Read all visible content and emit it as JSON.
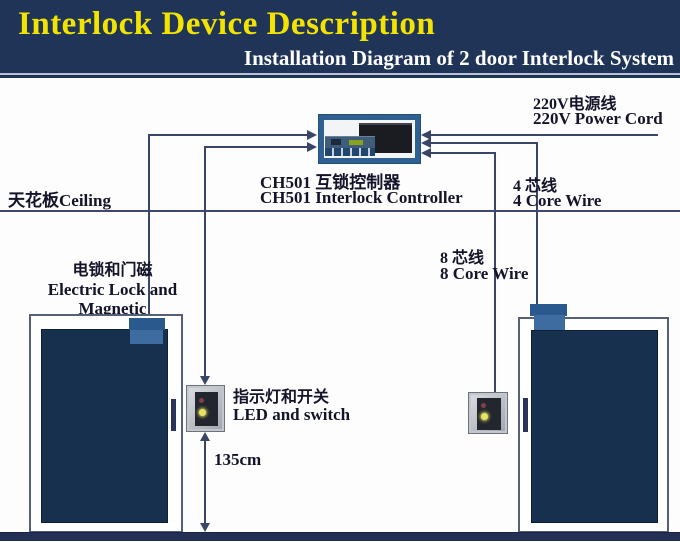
{
  "header": {
    "title": "Interlock Device Description",
    "subtitle": "Installation Diagram of 2 door Interlock System"
  },
  "labels": {
    "ceiling": "天花板Ceiling",
    "controller_cn": "CH501 互锁控制器",
    "controller_en": "CH501 Interlock Controller",
    "power_cn": "220V电源线",
    "power_en": "220V Power Cord",
    "wire4_cn": "4 芯线",
    "wire4_en": "4 Core Wire",
    "wire8_cn": "8 芯线",
    "wire8_en": "8 Core Wire",
    "lock_cn": "电锁和门磁",
    "lock_en_line1": "Electric Lock and",
    "lock_en_line2": "Magnetic",
    "led_cn": "指示灯和开关",
    "led_en": "LED and switch",
    "mount_height": "135cm"
  },
  "colors": {
    "header_bg": "#1f3457",
    "title_yellow": "#f2e400",
    "subtitle_white": "#ffffff",
    "wire_navy": "#3a4668",
    "door_navy": "#16304e",
    "lock_blue_dark": "#2a5a8d",
    "lock_blue_light": "#3f6ca0",
    "floor_navy": "#242f55",
    "controller_frame_blue": "#2e6191",
    "led_yellow": "#e7e465"
  }
}
